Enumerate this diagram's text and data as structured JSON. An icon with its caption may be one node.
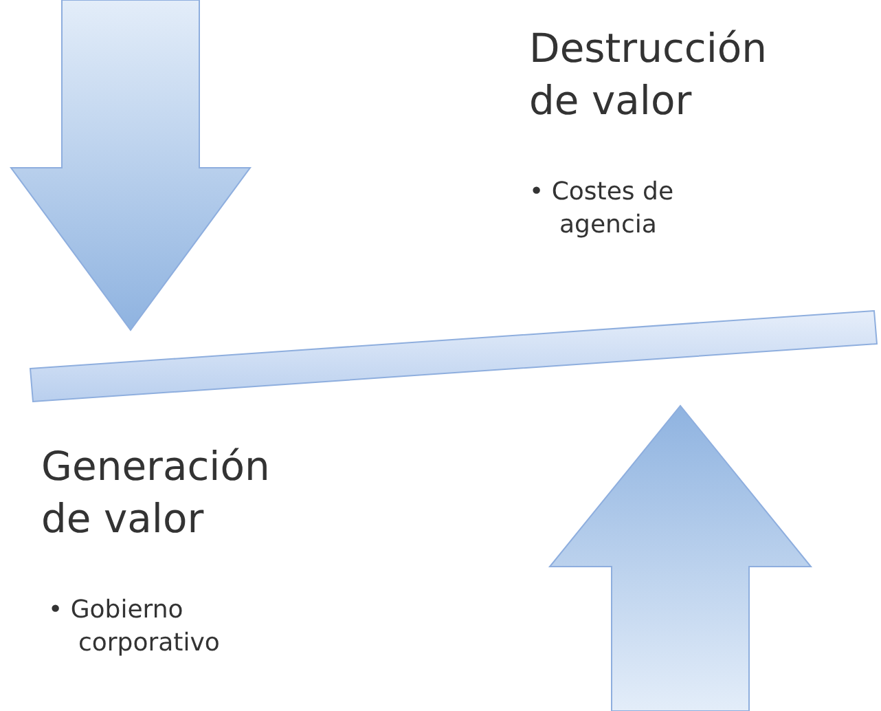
{
  "diagram": {
    "labels": [
      "Destrucción de valor",
      "• Costes de agencia",
      "Generación de valor",
      "• Gobierno corporativo"
    ]
  }
}
